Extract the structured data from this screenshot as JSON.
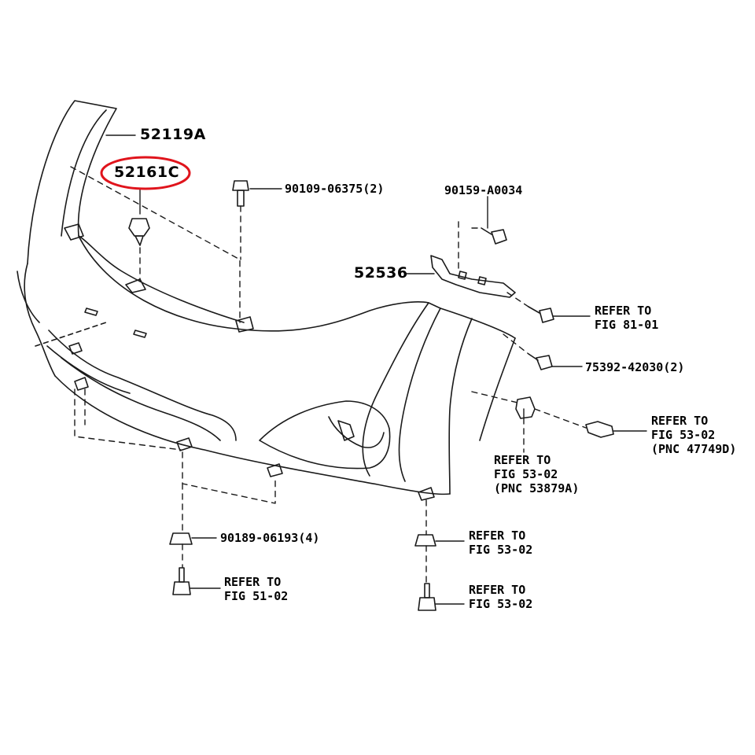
{
  "highlight_color": "#e0141c",
  "line_color": "#1a1a1a",
  "parts": {
    "p52119A": "52119A",
    "p52161C": "52161C",
    "p90109": "90109-06375(2)",
    "p90159": "90159-A0034",
    "p52536": "52536",
    "p75392": "75392-42030(2)",
    "p90189": "90189-06193(4)"
  },
  "refs": {
    "fig8101": {
      "line1": "REFER TO",
      "line2": "FIG 81-01"
    },
    "fig5302_pnc47749d": {
      "line1": "REFER TO",
      "line2": "FIG 53-02",
      "line3": "(PNC 47749D)"
    },
    "fig5302_pnc53879a": {
      "line1": "REFER TO",
      "line2": "FIG 53-02",
      "line3": "(PNC 53879A)"
    },
    "fig5302_a": {
      "line1": "REFER TO",
      "line2": "FIG 53-02"
    },
    "fig5302_b": {
      "line1": "REFER TO",
      "line2": "FIG 53-02"
    },
    "fig5102": {
      "line1": "REFER TO",
      "line2": "FIG 51-02"
    }
  }
}
